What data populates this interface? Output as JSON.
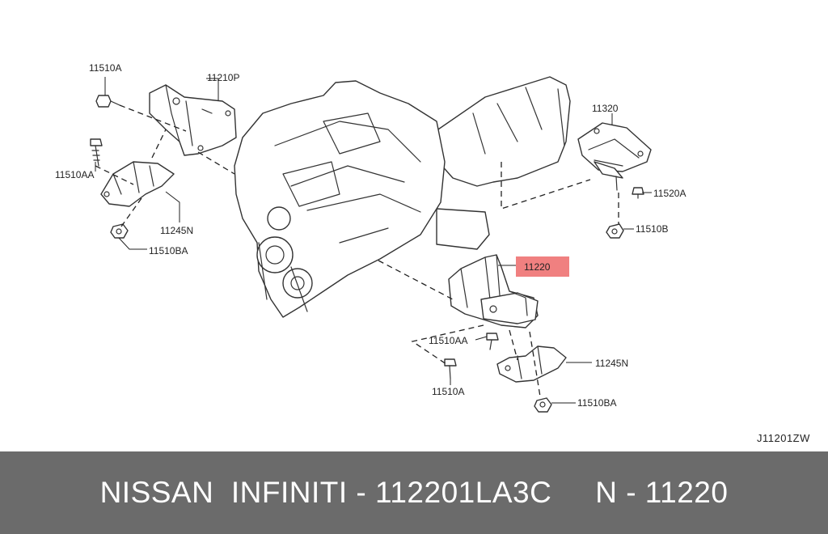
{
  "diagram": {
    "labels": {
      "l_11510A_top": "11510A",
      "l_11210P": "11210P",
      "l_11510AA_left": "11510AA",
      "l_11245N_left": "11245N",
      "l_11510BA_left": "11510BA",
      "l_11320": "11320",
      "l_11520A": "11520A",
      "l_11510B": "11510B",
      "l_11220": "11220",
      "l_11510AA_bottom": "11510AA",
      "l_11245N_right": "11245N",
      "l_11510A_bottom": "11510A",
      "l_11510BA_bottom": "11510BA"
    },
    "ref_code": "J11201ZW",
    "highlight_color": "#f08080"
  },
  "footer": {
    "text": "NISSAN  INFINITI - 112201LA3C     N - 11220",
    "background": "#6b6b6b"
  }
}
